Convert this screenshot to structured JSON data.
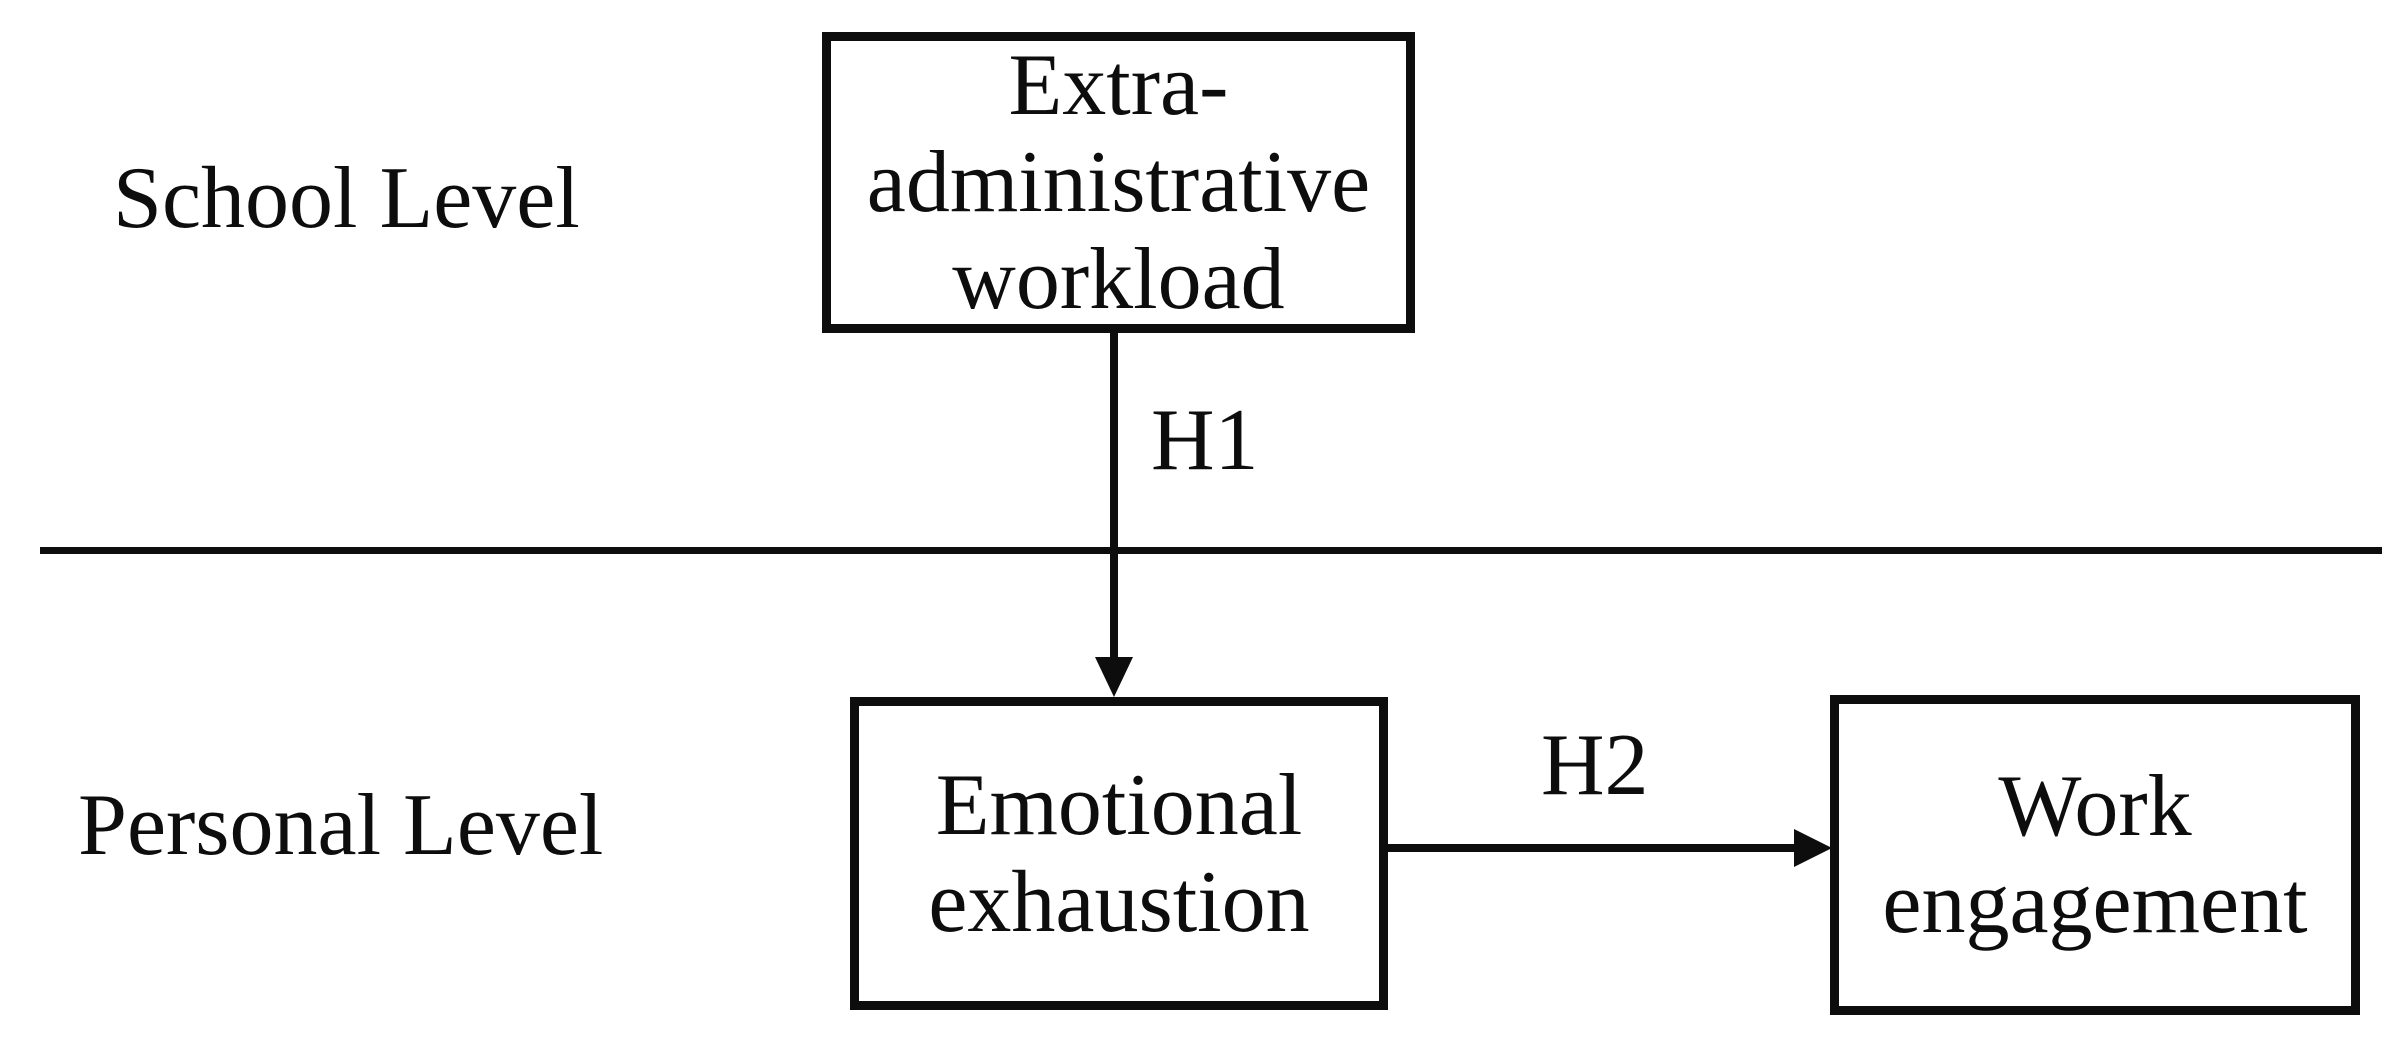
{
  "figure": {
    "background_color": "#ffffff",
    "ink_color": "#0d0d0d",
    "levels": {
      "school": {
        "label": "School Level"
      },
      "personal": {
        "label": "Personal Level"
      }
    },
    "boxes": {
      "workload": {
        "label": "Extra-\nadministrative\nworkload",
        "level": "School Level"
      },
      "exhaustion": {
        "label": "Emotional\nexhaustion",
        "level": "Personal Level"
      },
      "engagement": {
        "label": "Work\nengagement",
        "level": "Personal Level"
      }
    },
    "arrows": {
      "h1": {
        "label": "H1",
        "from": "Extra-administrative workload",
        "to": "Emotional exhaustion",
        "direction": "down"
      },
      "h2": {
        "label": "H2",
        "from": "Emotional exhaustion",
        "to": "Work engagement",
        "direction": "right"
      }
    }
  }
}
